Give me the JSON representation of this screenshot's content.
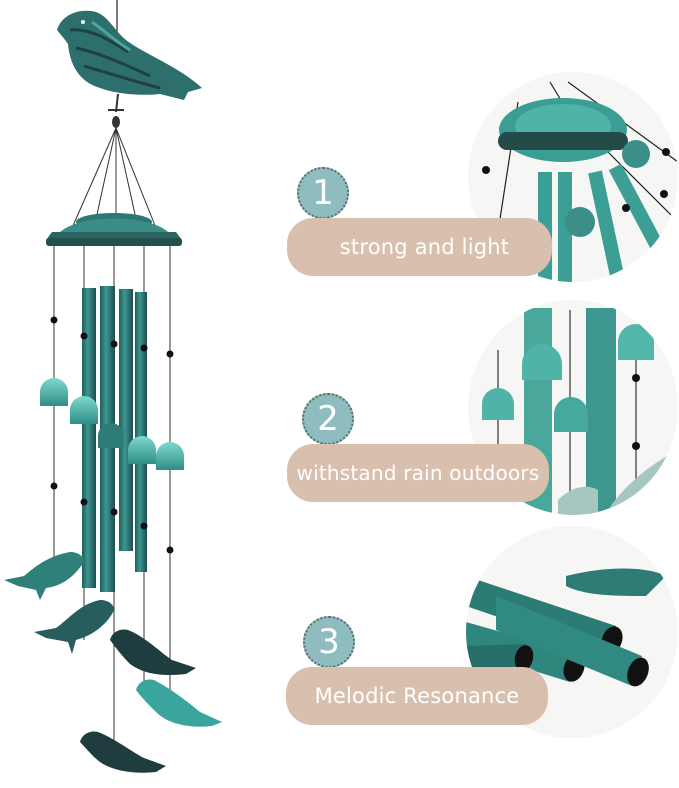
{
  "product": {
    "name": "Bird wind chime",
    "colors": {
      "patina_teal": "#2f8f8a",
      "patina_light": "#4fb9ae",
      "patina_dark": "#1f3b3c",
      "badge_fill": "#8fbcbf",
      "badge_border": "#5b6b70",
      "pill_fill": "#d9c0ae",
      "pill_text": "#ffffff",
      "background": "#ffffff"
    }
  },
  "features": [
    {
      "number": "1",
      "label": "strong and light",
      "detail_image": "top-canopy-closeup"
    },
    {
      "number": "2",
      "label": "withstand rain outdoors",
      "detail_image": "bells-and-tubes-closeup"
    },
    {
      "number": "3",
      "label": "Melodic Resonance",
      "detail_image": "tube-ends-closeup"
    }
  ]
}
